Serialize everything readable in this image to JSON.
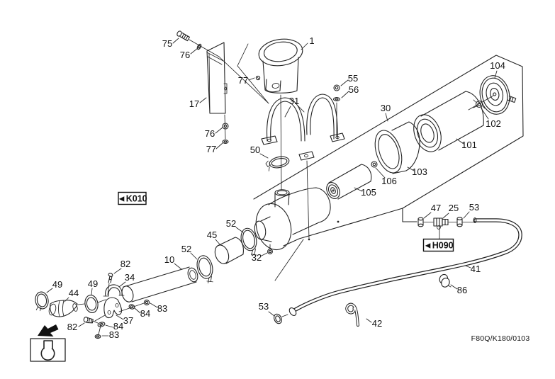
{
  "diagram": {
    "footer_code": "F80Q/K180/0103",
    "ref_tags": {
      "k010": "◄K010",
      "h090": "◄H090"
    },
    "part_labels": {
      "p1": "1",
      "p10": "10",
      "p17": "17",
      "p25": "25",
      "p30": "30",
      "p31": "31",
      "p32": "32",
      "p34": "34",
      "p37": "37",
      "p41": "41",
      "p42": "42",
      "p44": "44",
      "p45": "45",
      "p47": "47",
      "p49a": "49",
      "p49b": "49",
      "p50": "50",
      "p52a": "52",
      "p52b": "52",
      "p53a": "53",
      "p53b": "53",
      "p55": "55",
      "p56": "56",
      "p75": "75",
      "p76a": "76",
      "p76b": "76",
      "p77a": "77",
      "p77b": "77",
      "p82a": "82",
      "p82b": "82",
      "p83a": "83",
      "p83b": "83",
      "p84a": "84",
      "p84b": "84",
      "p86": "86",
      "p101": "101",
      "p102": "102",
      "p103": "103",
      "p104": "104",
      "p105": "105",
      "p106": "106"
    }
  },
  "palette": {
    "ink": "#222222",
    "paper": "#ffffff"
  }
}
